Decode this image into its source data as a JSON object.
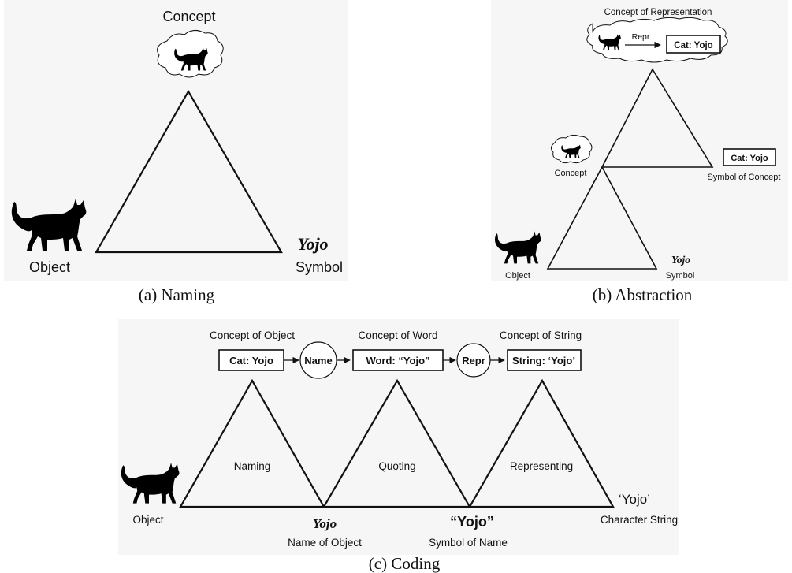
{
  "panel_a": {
    "concept_label": "Concept",
    "object_label": "Object",
    "symbol_word": "Yojo",
    "symbol_label": "Symbol",
    "caption": "(a) Naming"
  },
  "panel_b": {
    "top_label": "Concept of Representation",
    "repr_label": "Repr",
    "top_box": "Cat: Yojo",
    "concept_label": "Concept",
    "symbol_box": "Cat: Yojo",
    "symbol_of_concept_label": "Symbol of Concept",
    "object_label": "Object",
    "symbol_word": "Yojo",
    "symbol_label": "Symbol",
    "caption": "(b) Abstraction"
  },
  "panel_c": {
    "concept_object_label": "Concept of Object",
    "concept_word_label": "Concept of Word",
    "concept_string_label": "Concept of String",
    "box_cat": "Cat: Yojo",
    "circle_name": "Name",
    "box_word": "Word: “Yojo”",
    "circle_repr": "Repr",
    "box_string": "String: ‘Yojo’",
    "naming_label": "Naming",
    "quoting_label": "Quoting",
    "representing_label": "Representing",
    "object_label": "Object",
    "yojo_italic": "Yojo",
    "name_of_object_label": "Name of Object",
    "yojo_quoted": "“Yojo”",
    "symbol_of_name_label": "Symbol of Name",
    "yojo_single": "‘Yojo’",
    "character_string_label": "Character String",
    "caption": "(c) Coding"
  }
}
